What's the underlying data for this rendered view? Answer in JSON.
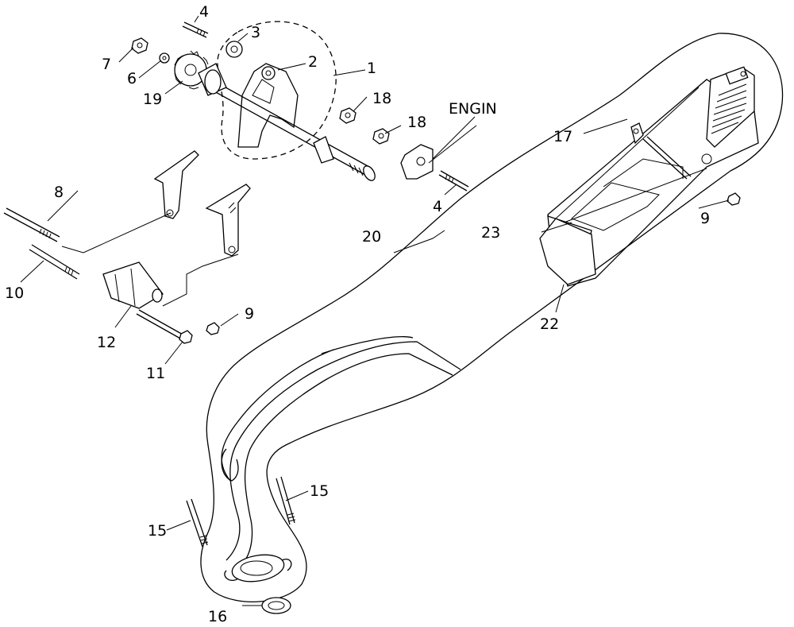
{
  "labels": {
    "l1": "1",
    "l2": "2",
    "l3": "3",
    "l4a": "4",
    "l4b": "4",
    "l6": "6",
    "l7": "7",
    "l8": "8",
    "l9a": "9",
    "l9b": "9",
    "l10": "10",
    "l11": "11",
    "l12": "12",
    "l15a": "15",
    "l15b": "15",
    "l16": "16",
    "l17": "17",
    "l18a": "18",
    "l18b": "18",
    "l19": "19",
    "l20": "20",
    "l22": "22",
    "l23": "23",
    "engine": "ENGIN"
  }
}
